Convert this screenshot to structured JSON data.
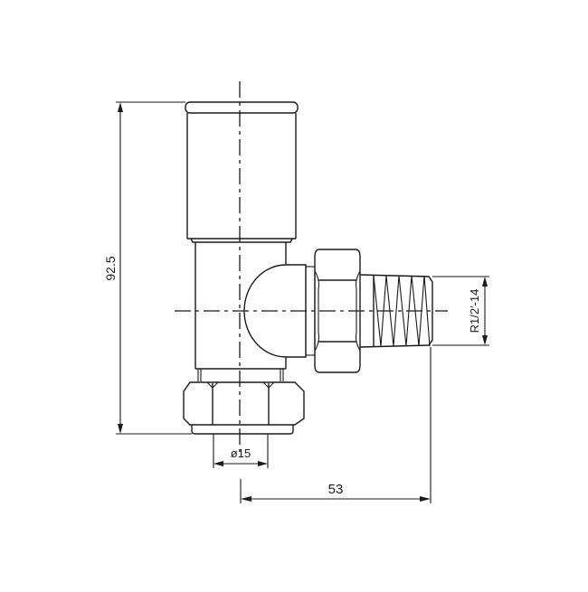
{
  "drawing": {
    "title": "Angled radiator valve technical drawing",
    "line_color": "#1a1a1a",
    "background": "#ffffff"
  },
  "dimensions": {
    "height": {
      "label": "92.5",
      "orientation": "vertical"
    },
    "outlet_diameter": {
      "label": "ø15",
      "orientation": "horizontal"
    },
    "horizontal_offset": {
      "label": "53",
      "orientation": "horizontal"
    },
    "thread": {
      "label": "R1/2′-14",
      "orientation": "vertical"
    }
  },
  "parts": [
    "cap",
    "body",
    "elbow",
    "union-nut",
    "tail-thread",
    "bottom-nut"
  ]
}
